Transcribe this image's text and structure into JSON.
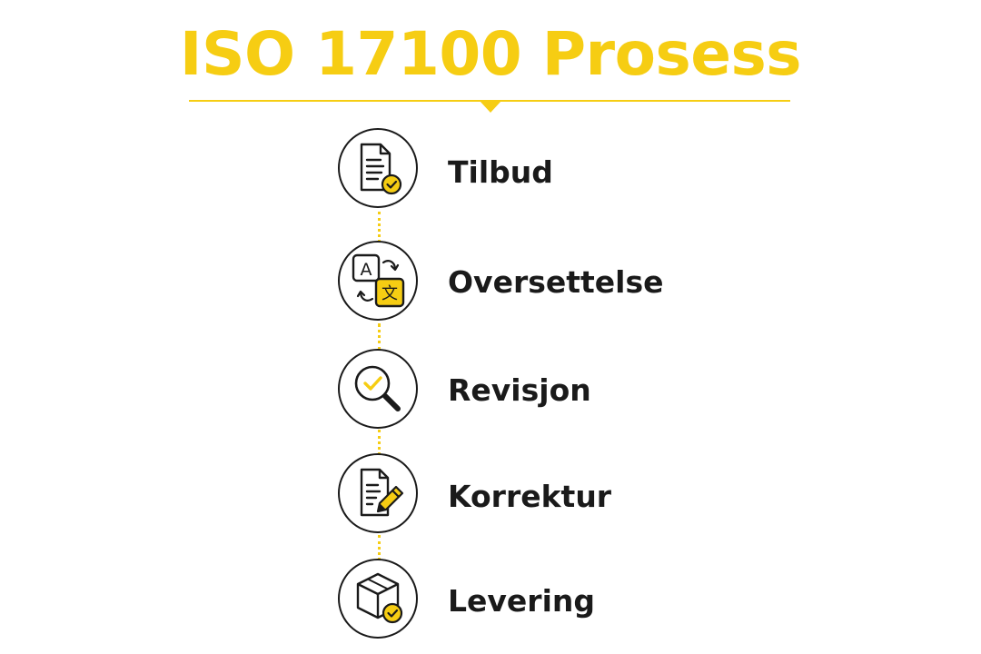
{
  "title": "ISO 17100 Prosess",
  "accent_color": "#F6CD13",
  "text_color": "#1a1a1a",
  "steps": [
    {
      "label": "Tilbud",
      "icon": "document-check-icon"
    },
    {
      "label": "Oversettelse",
      "icon": "translate-icon",
      "icon_glyphs": [
        "A",
        "文"
      ]
    },
    {
      "label": "Revisjon",
      "icon": "magnifier-check-icon"
    },
    {
      "label": "Korrektur",
      "icon": "document-pencil-icon"
    },
    {
      "label": "Levering",
      "icon": "box-check-icon"
    }
  ]
}
